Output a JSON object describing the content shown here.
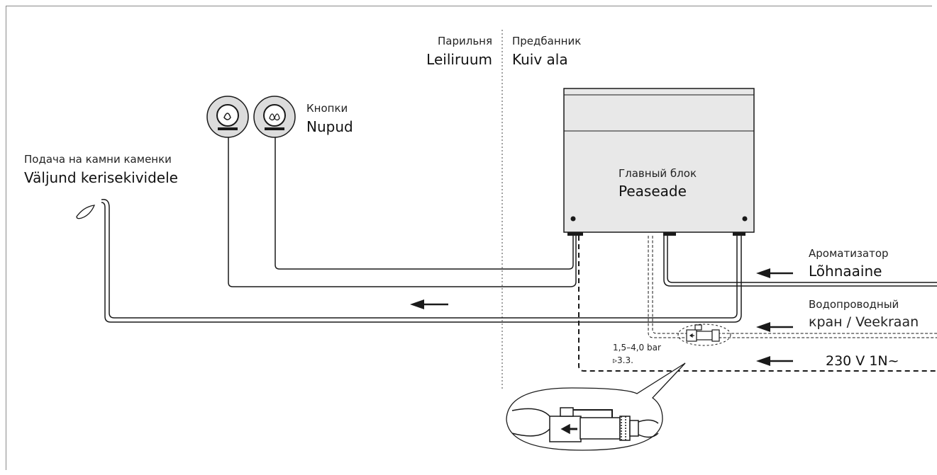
{
  "zones": {
    "steam_room_ru": "Парильня",
    "steam_room_et": "Leiliruum",
    "dry_area_ru": "Предбанник",
    "dry_area_et": "Kuiv ala"
  },
  "buttons": {
    "label_ru": "Кнопки",
    "label_et": "Nupud"
  },
  "outlet": {
    "label_ru": "Подача на камни каменки",
    "label_et": "Väljund kerisekividele"
  },
  "main_unit": {
    "label_ru": "Главный блок",
    "label_et": "Peaseade"
  },
  "fragrance": {
    "label_ru": "Ароматизатор",
    "label_et": "Lõhnaaine"
  },
  "water": {
    "label_ru_line1": "Водопроводный",
    "label_mixed_line2": "кран / Veekraan"
  },
  "pressure": {
    "value": "1,5–4,0 bar",
    "ref": "▹3.3."
  },
  "power": {
    "label": "230 V 1N~"
  },
  "colors": {
    "line": "#1a1a1a",
    "unit_fill": "#e8e8e8",
    "button_fill": "#dcdcdc"
  }
}
